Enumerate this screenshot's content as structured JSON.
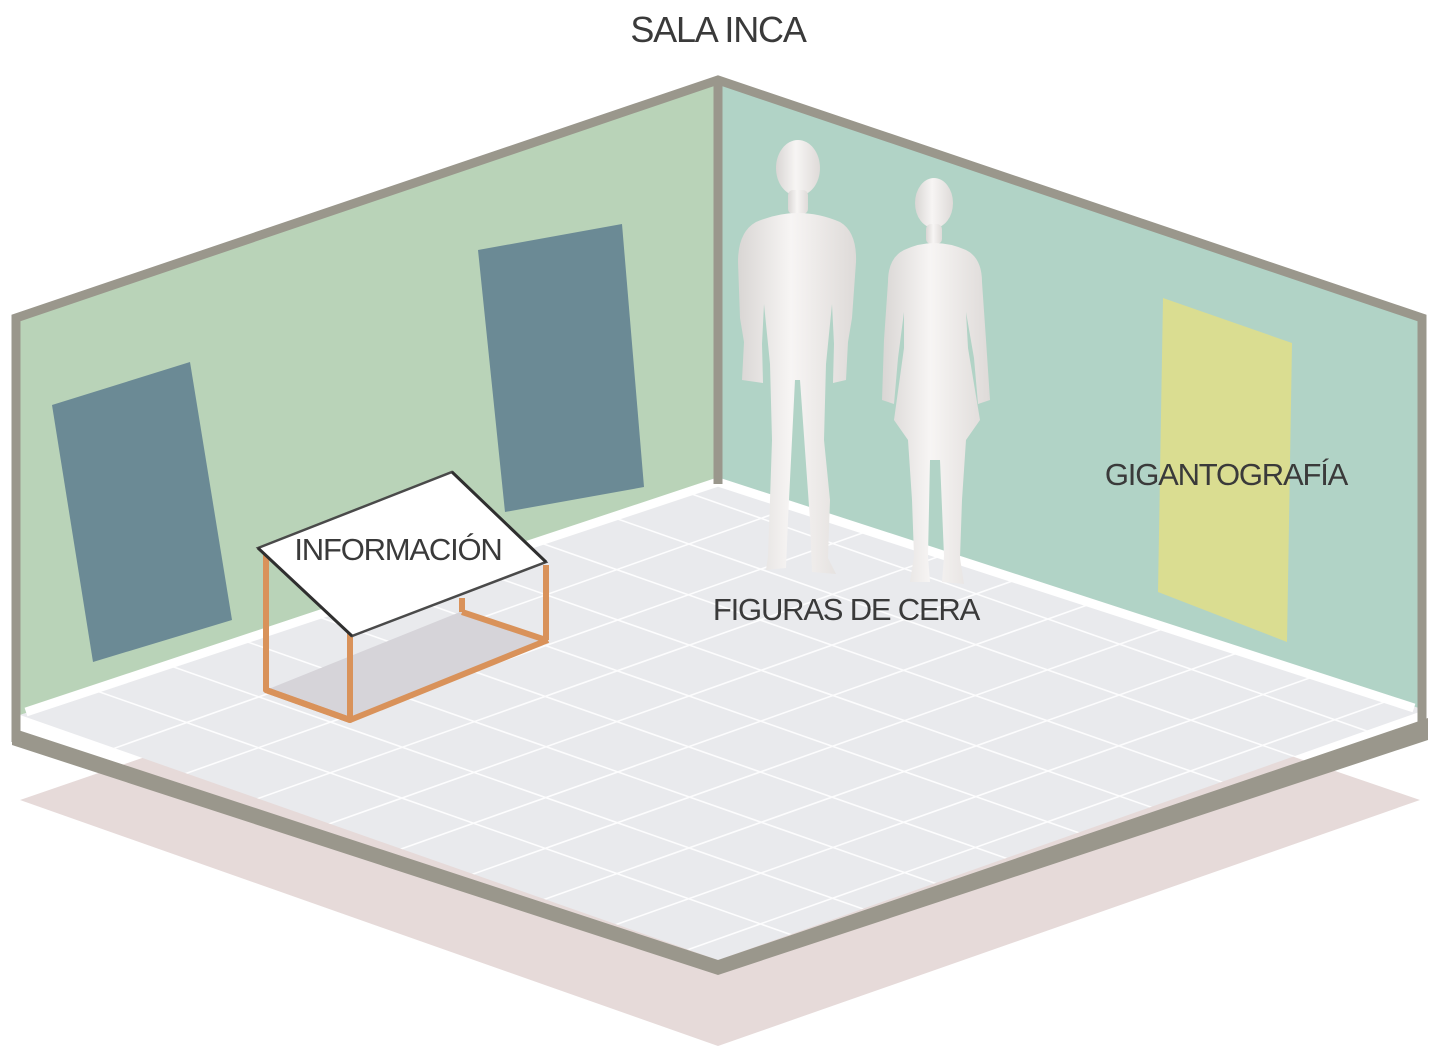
{
  "title": "SALA INCA",
  "labels": {
    "info_table": "INFORMACIÓN",
    "wax_figures": "FIGURAS DE CERA",
    "large_print": "GIGANTOGRAFÍA"
  },
  "colors": {
    "left_wall": "#b9d3b8",
    "right_wall": "#b1d3c6",
    "floor": "#e9eaed",
    "frame": "#9a978c",
    "panel": "#6b8a95",
    "gigantografia": "#dadd91",
    "table_wood": "#d9925a",
    "table_top": "#ffffff",
    "figure": "#f1eeec",
    "ground_shadow": "#e6dad9"
  }
}
